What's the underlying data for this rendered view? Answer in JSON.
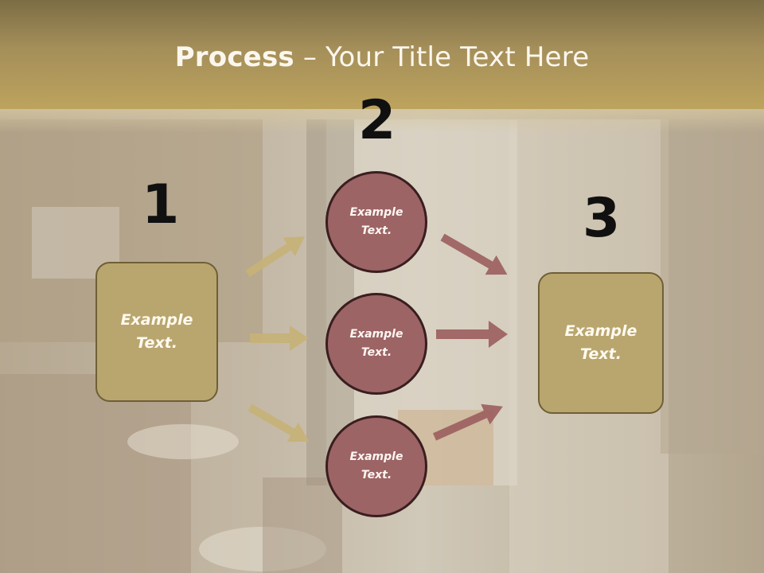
{
  "slide": {
    "title_bold": "Process",
    "title_rest": " – Your Title Text Here"
  },
  "steps": {
    "step1_number": "1",
    "step2_number": "2",
    "step3_number": "3"
  },
  "nodes": {
    "left_box": "Example Text.",
    "circle_top": "Example Text.",
    "circle_middle": "Example Text.",
    "circle_bottom": "Example Text.",
    "right_box": "Example Text."
  },
  "colors": {
    "title_band": "#bda35d",
    "box_fill": "#b9a66e",
    "circle_fill": "#9c6465",
    "left_arrow": "#c7b277",
    "right_arrow": "#9c5e5e"
  },
  "icons": {
    "arrow_shape": "arrow-icon"
  }
}
